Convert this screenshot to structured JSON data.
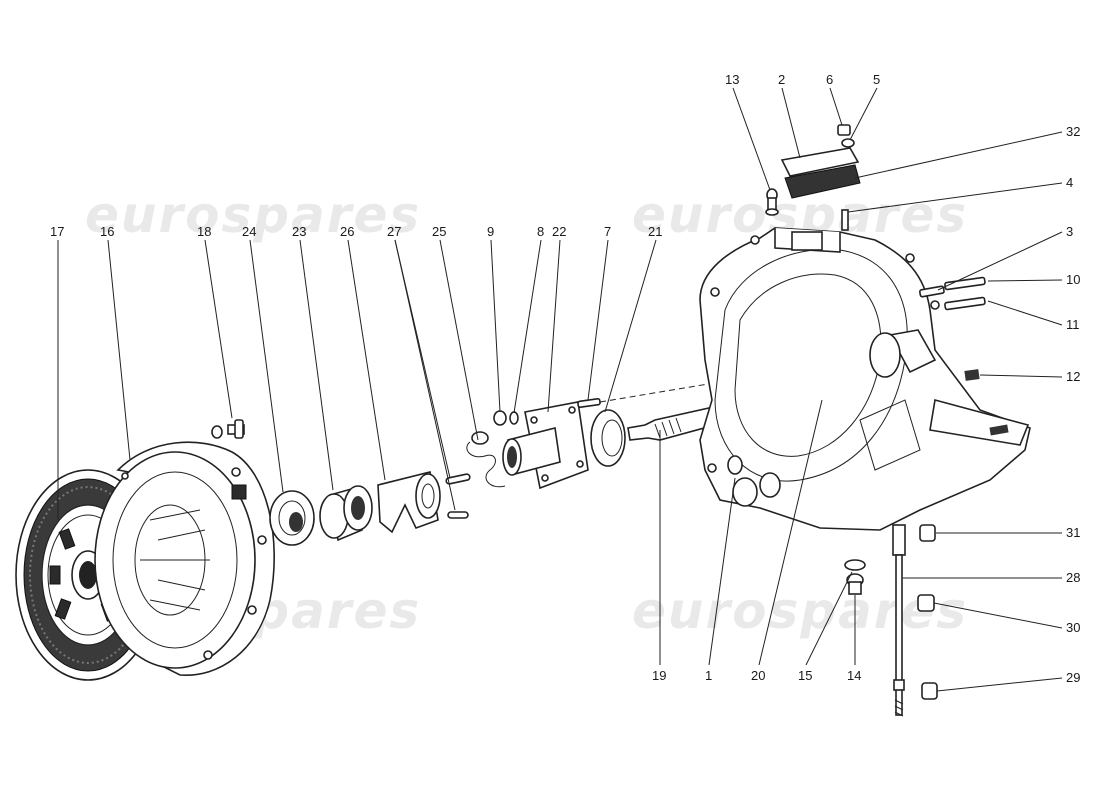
{
  "watermark": "eurospares",
  "callouts": [
    {
      "id": "17",
      "text": "17"
    },
    {
      "id": "16",
      "text": "16"
    },
    {
      "id": "18",
      "text": "18"
    },
    {
      "id": "24",
      "text": "24"
    },
    {
      "id": "23",
      "text": "23"
    },
    {
      "id": "26",
      "text": "26"
    },
    {
      "id": "27",
      "text": "27"
    },
    {
      "id": "25",
      "text": "25"
    },
    {
      "id": "9",
      "text": "9"
    },
    {
      "id": "8",
      "text": "8"
    },
    {
      "id": "22",
      "text": "22"
    },
    {
      "id": "7",
      "text": "7"
    },
    {
      "id": "21",
      "text": "21"
    },
    {
      "id": "13",
      "text": "13"
    },
    {
      "id": "2",
      "text": "2"
    },
    {
      "id": "6",
      "text": "6"
    },
    {
      "id": "5",
      "text": "5"
    },
    {
      "id": "32",
      "text": "32"
    },
    {
      "id": "4",
      "text": "4"
    },
    {
      "id": "3",
      "text": "3"
    },
    {
      "id": "10",
      "text": "10"
    },
    {
      "id": "11",
      "text": "11"
    },
    {
      "id": "12",
      "text": "12"
    },
    {
      "id": "31",
      "text": "31"
    },
    {
      "id": "28",
      "text": "28"
    },
    {
      "id": "30",
      "text": "30"
    },
    {
      "id": "29",
      "text": "29"
    },
    {
      "id": "19",
      "text": "19"
    },
    {
      "id": "1",
      "text": "1"
    },
    {
      "id": "20",
      "text": "20"
    },
    {
      "id": "15",
      "text": "15"
    },
    {
      "id": "14",
      "text": "14"
    }
  ]
}
